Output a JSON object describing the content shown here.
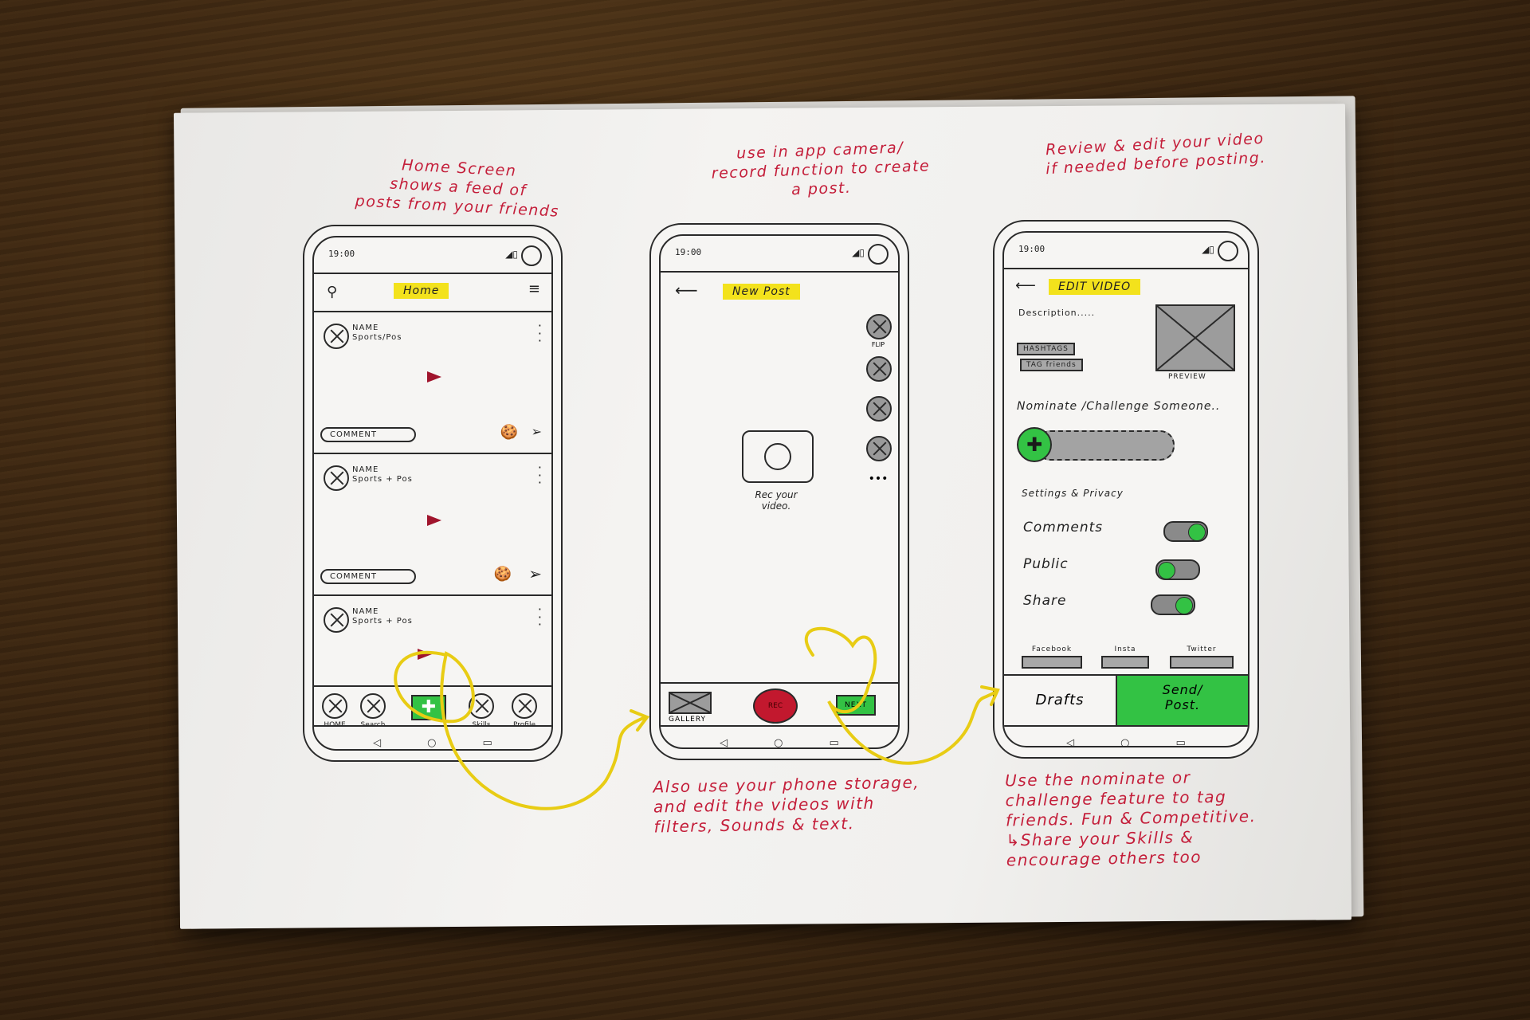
{
  "annotations": {
    "home_note": [
      "Home Screen",
      "shows a feed of",
      "posts from your friends"
    ],
    "camera_note": [
      "use in app camera/",
      "record function to create",
      "a post."
    ],
    "review_note": [
      "Review & edit your video",
      "if needed before posting."
    ],
    "storage_note": [
      "Also use your phone storage,",
      "and edit the videos with",
      "filters, Sounds & text."
    ],
    "nominate_note": [
      "Use the nominate or",
      "challenge feature to tag",
      "friends. Fun & Competitive.",
      "↳Share your Skills &",
      "encourage others too"
    ]
  },
  "status_time": "19:00",
  "home_screen": {
    "title": "Home",
    "posts": [
      {
        "name": "NAME",
        "sub": "Sports/Pos",
        "comment": "COMMENT"
      },
      {
        "name": "NAME",
        "sub": "Sports + Pos",
        "comment": "COMMENT"
      },
      {
        "name": "NAME",
        "sub": "Sports + Pos"
      }
    ],
    "tabs": [
      "HOME",
      "Search",
      "",
      "Skills",
      "Profile"
    ]
  },
  "new_post_screen": {
    "title": "New Post",
    "side_tool_label": "FLIP",
    "rec_hint": [
      "Rec your",
      "video."
    ],
    "gallery": "GALLERY",
    "rec": "REC",
    "next": "NEXT"
  },
  "edit_screen": {
    "title": "EDIT VIDEO",
    "description": "Description.....",
    "hashtags": "HASHTAGS",
    "tag_friends": "TAG friends",
    "preview": "PREVIEW",
    "nominate": "Nominate /Challenge Someone..",
    "settings_header": "Settings & Privacy",
    "settings": [
      "Comments",
      "Public",
      "Share"
    ],
    "share_targets": [
      "Facebook",
      "Insta",
      "Twitter"
    ],
    "drafts": "Drafts",
    "send": [
      "Send/",
      "Post."
    ]
  }
}
